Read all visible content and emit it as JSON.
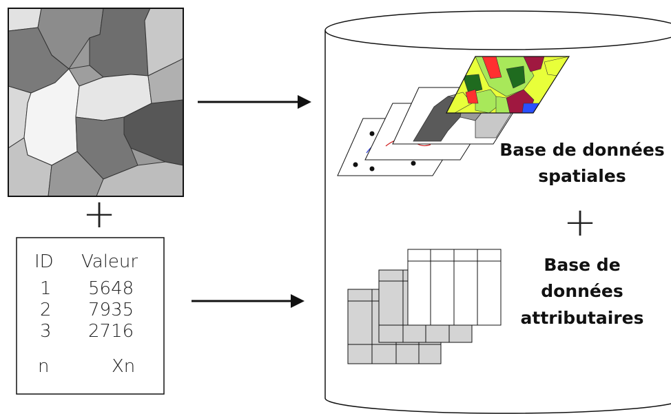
{
  "plus_sign": "+",
  "table": {
    "header_id": "ID",
    "header_value": "Valeur",
    "rows": [
      {
        "id": "1",
        "value": "5648"
      },
      {
        "id": "2",
        "value": "7935"
      },
      {
        "id": "3",
        "value": "2716"
      }
    ],
    "last_row": {
      "id": "n",
      "value": "Xn"
    }
  },
  "database": {
    "spatial_label_line1": "Base de données",
    "spatial_label_line2": "spatiales",
    "attribute_label_line1": "Base de",
    "attribute_label_line2": "données",
    "attribute_label_line3": "attributaires"
  },
  "colors": {
    "raster_light": "#dedede",
    "raster_mid": "#8a8a8a",
    "raster_dark": "#5a5a5a",
    "layer_yellow": "#e8ff3a",
    "layer_green": "#a8e85a",
    "layer_darkgreen": "#1f6b1f",
    "layer_red": "#ff3030",
    "layer_maroon": "#a01840",
    "layer_blue": "#2a50ff",
    "table_gray": "#d4d4d4"
  }
}
